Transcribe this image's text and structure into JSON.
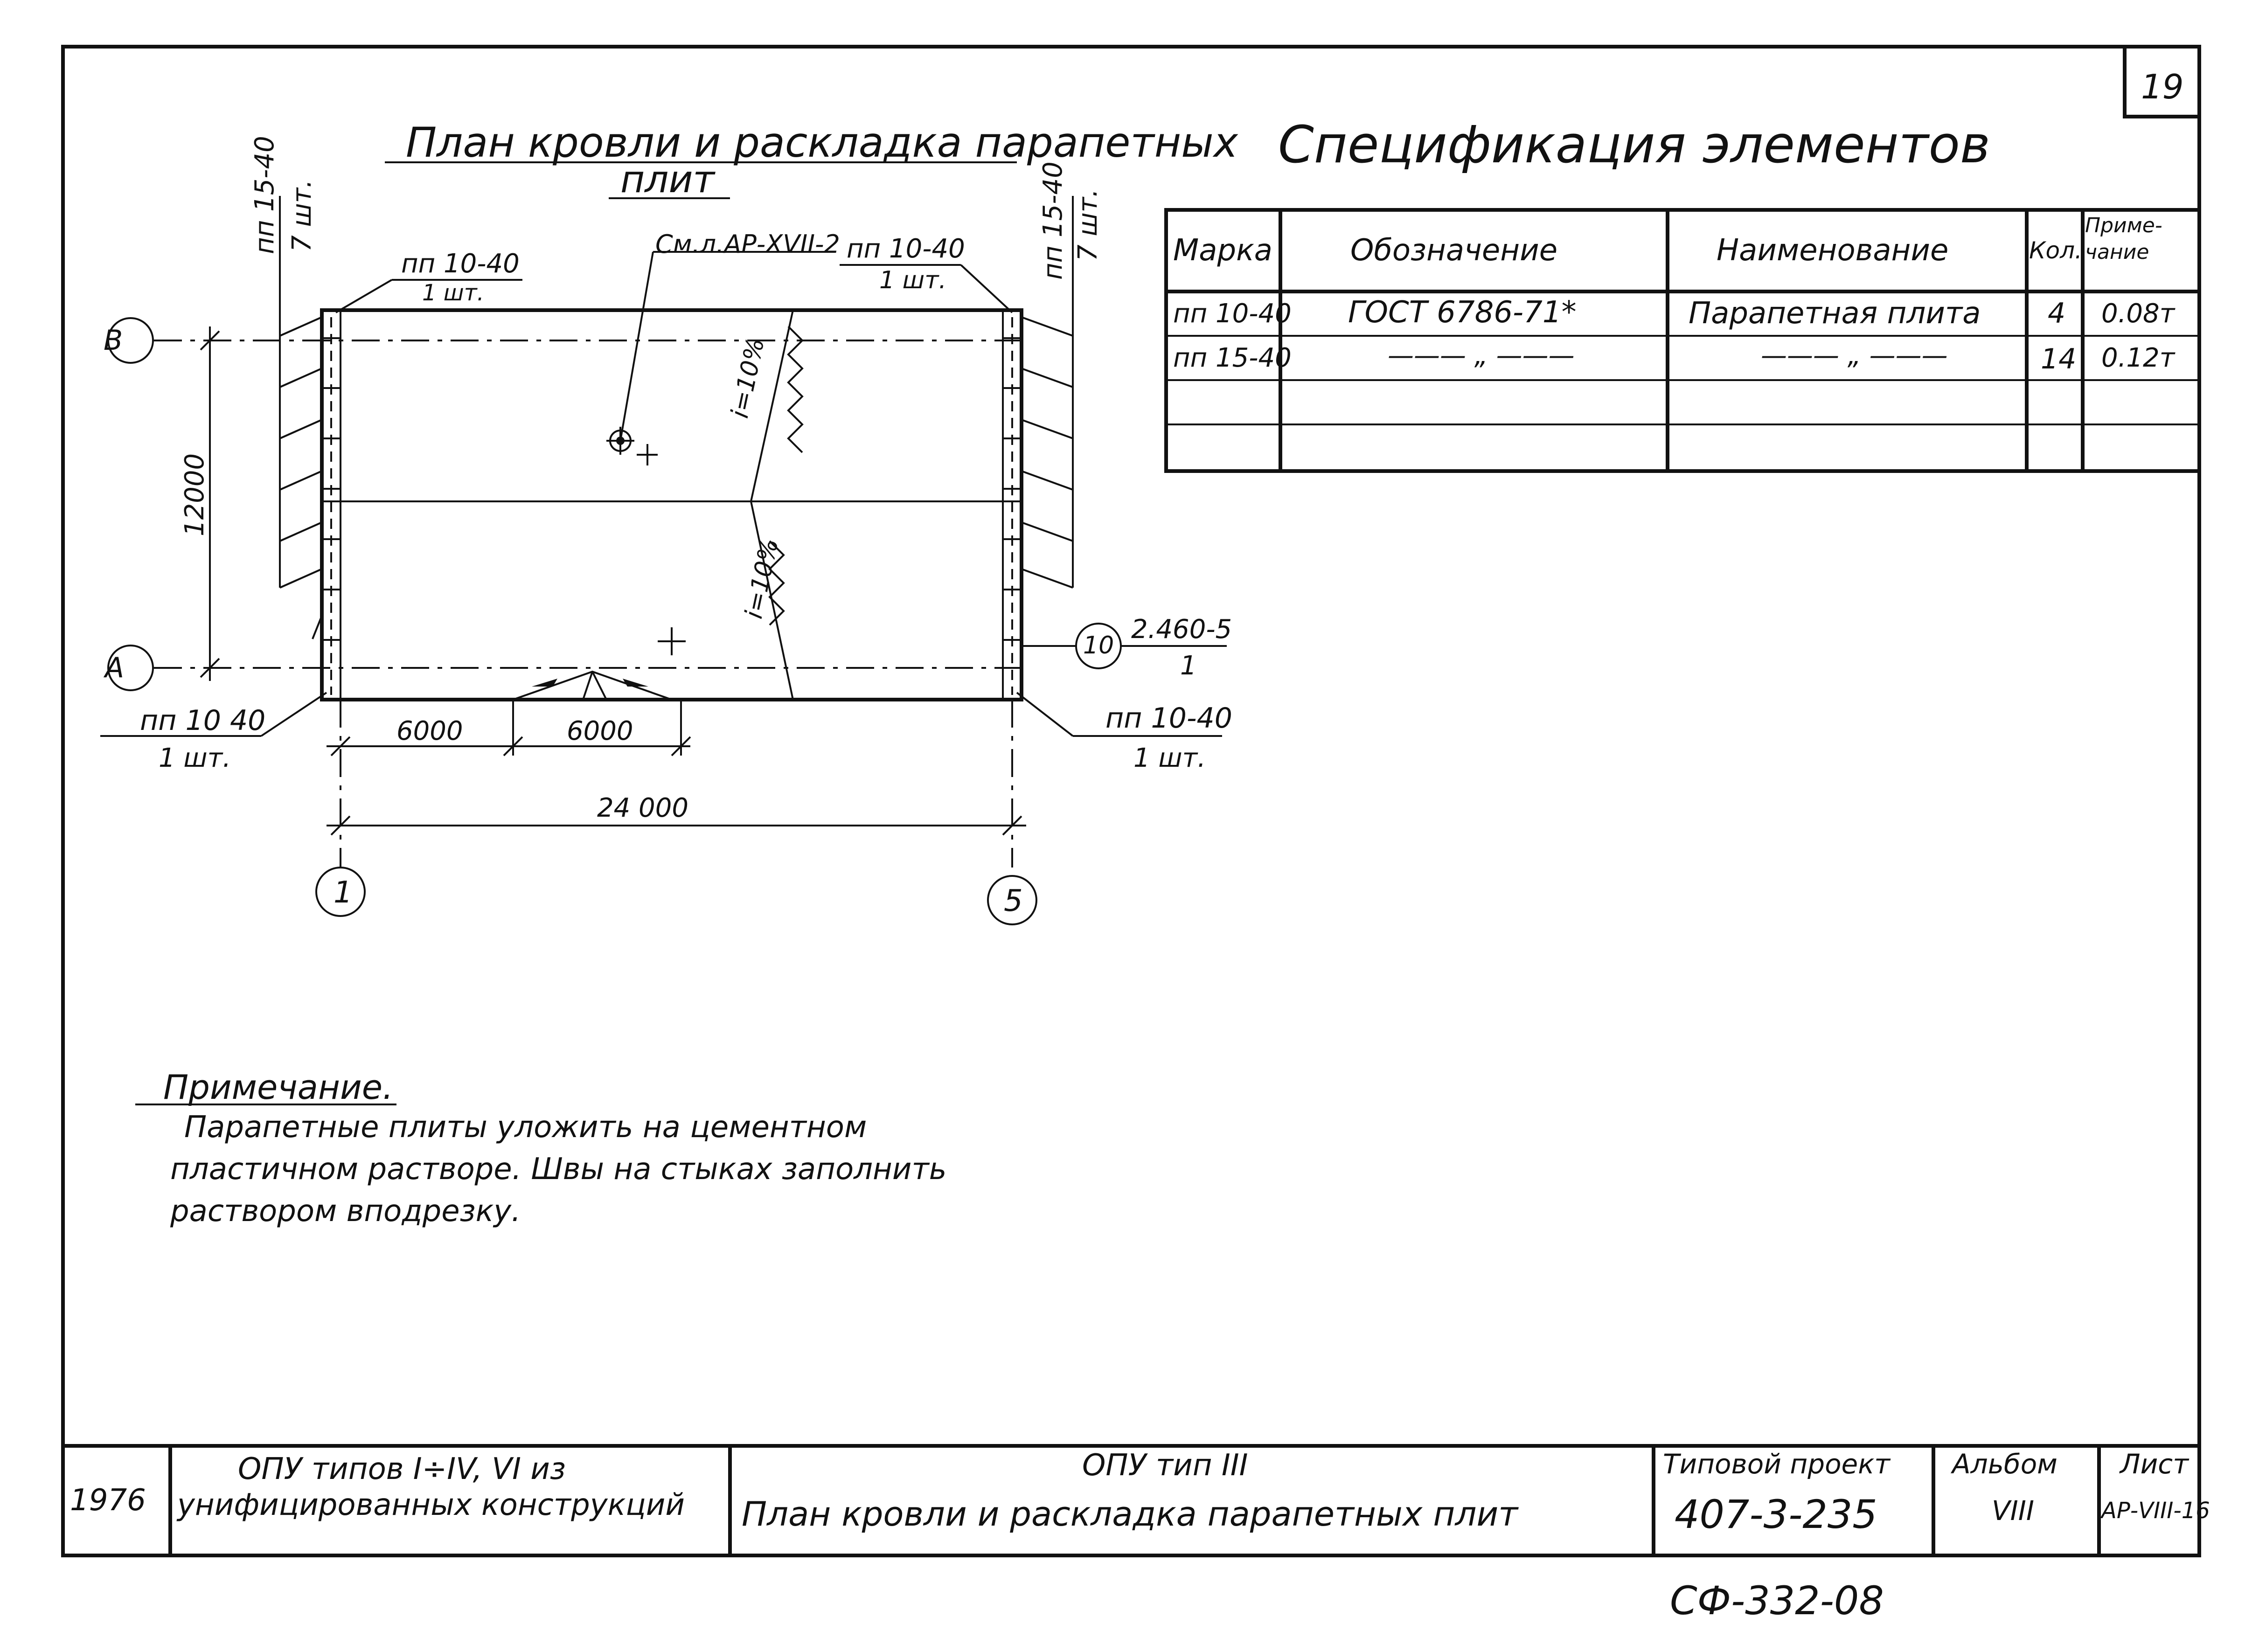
{
  "sheet_number": "19",
  "plan": {
    "title_line1": "План кровли и раскладка парапетных",
    "title_line2": "плит",
    "axis_b": "B",
    "axis_a": "A",
    "axis_1": "1",
    "axis_5": "5",
    "node_ref_circle": "10",
    "node_ref_top": "2.460-5",
    "node_ref_bottom": "1",
    "ref_sheet": "См.л.АР-XVII-2",
    "slope_upper": "i=10%",
    "slope_lower": "i=10%",
    "dim_height": "12000",
    "dim_seg1": "6000",
    "dim_seg2": "6000",
    "dim_total": "24 000",
    "label_left_vertical_mark": "пп 15-40",
    "label_left_vertical_qty": "7 шт.",
    "label_right_vertical_mark": "пп 15-40",
    "label_right_vertical_qty": "7 шт.",
    "label_top_left_mark": "пп 10-40",
    "label_top_left_qty": "1 шт.",
    "label_top_right_mark": "пп 10-40",
    "label_top_right_qty": "1 шт.",
    "label_bottom_left_mark": "пп 10 40",
    "label_bottom_left_qty": "1 шт.",
    "label_bottom_right_mark": "пп 10-40",
    "label_bottom_right_qty": "1 шт."
  },
  "spec": {
    "title": "Спецификация элементов",
    "headers": [
      "Марка",
      "Обозначение",
      "Наименование",
      "Кол.",
      "Приме-чание"
    ],
    "rows": [
      [
        "пп 10-40",
        "ГОСТ 6786-71*",
        "Парапетная плита",
        "4",
        "0.08т"
      ],
      [
        "пп 15-40",
        "——— „ ———",
        "——— „ ———",
        "14",
        "0.12т"
      ],
      [
        "",
        "",
        "",
        "",
        ""
      ],
      [
        "",
        "",
        "",
        "",
        ""
      ]
    ]
  },
  "note": {
    "title": "Примечание.",
    "line1": "Парапетные плиты уложить на цементном",
    "line2": "пластичном растворе. Швы на стыках заполнить",
    "line3": "раствором вподрезку."
  },
  "title_block": {
    "year": "1976",
    "series_line1": "ОПУ типов I÷IV, VI из",
    "series_line2": "унифицированных конструкций",
    "sheet_line1": "ОПУ тип III",
    "sheet_line2": "План кровли и раскладка парапетных плит",
    "project_label": "Типовой проект",
    "project_value": "407-3-235",
    "album_label": "Альбом",
    "album_value": "VIII",
    "sheet_label": "Лист",
    "sheet_value": "АР-VIII-16"
  },
  "footer_code": "СФ-332-08"
}
